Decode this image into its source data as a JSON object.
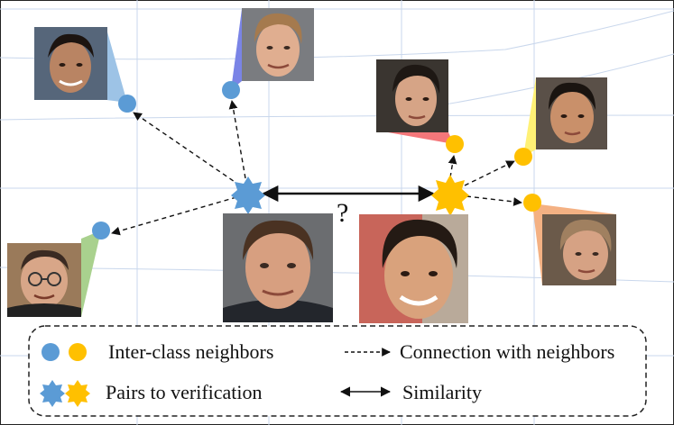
{
  "question_mark": "?",
  "legend": {
    "neighbors_label": "Inter-class neighbors",
    "pairs_label": "Pairs to verification",
    "connection_label": "Connection with neighbors",
    "similarity_label": "Similarity"
  },
  "colors": {
    "blue": "#5b9bd5",
    "yellow": "#ffc000",
    "grid": "#c9d7ec",
    "frame": "#222222"
  },
  "faces": [
    {
      "name": "face-top-left",
      "wedge": "#9dc3e6"
    },
    {
      "name": "face-top-center",
      "wedge": "#7a84e6"
    },
    {
      "name": "face-left-bottom",
      "wedge": "#a9d18e"
    },
    {
      "name": "face-center-query",
      "wedge": ""
    },
    {
      "name": "face-center-right-query",
      "wedge": ""
    },
    {
      "name": "face-top-right-1",
      "wedge": "#f4777a"
    },
    {
      "name": "face-top-right-2",
      "wedge": "#fff176"
    },
    {
      "name": "face-bottom-right",
      "wedge": "#f4b183"
    }
  ]
}
